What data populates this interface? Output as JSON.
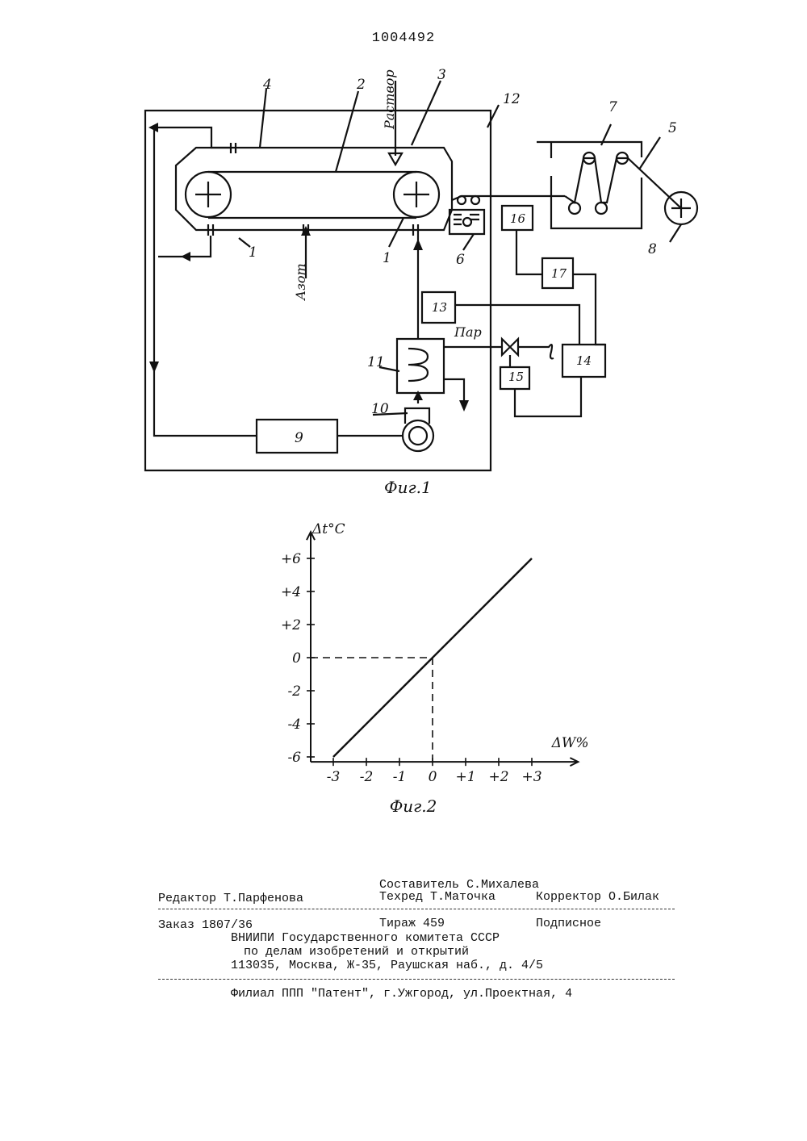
{
  "patent_number": "1004492",
  "figure1": {
    "caption": "Фиг.1",
    "labels": {
      "solution": "Раствор",
      "nitrogen": "Азот",
      "steam": "Пар",
      "n1a": "1",
      "n1b": "1",
      "n2": "2",
      "n3": "3",
      "n4": "4",
      "n5": "5",
      "n6": "6",
      "n7": "7",
      "n8": "8",
      "n9": "9",
      "n10": "10",
      "n11": "11",
      "n12": "12",
      "n13": "13",
      "n14": "14",
      "n15": "15",
      "n16": "16",
      "n17": "17"
    }
  },
  "chart_data": {
    "type": "line",
    "caption": "Фиг.2",
    "xlabel": "ΔW%",
    "ylabel": "Δt°C",
    "x_ticks": [
      "-3",
      "-2",
      "-1",
      "0",
      "+1",
      "+2",
      "+3"
    ],
    "y_ticks": [
      "+6",
      "+4",
      "+2",
      "0",
      "-2",
      "-4",
      "-6"
    ],
    "x_tick_values": [
      -3,
      -2,
      -1,
      0,
      1,
      2,
      3
    ],
    "y_tick_values": [
      6,
      4,
      2,
      0,
      -2,
      -4,
      -6
    ],
    "series": [
      {
        "x": [
          -3,
          3
        ],
        "y": [
          -6,
          6
        ]
      }
    ],
    "reference_point": {
      "x": 0,
      "y": 0
    }
  },
  "imprint": {
    "compiler": "Составитель С.Михалева",
    "editor": "Редактор Т.Парфенова",
    "techred": "Техред Т.Маточка",
    "corrector": "Корректор О.Билак",
    "order": "Заказ 1807/36",
    "circulation": "Тираж 459",
    "subscription": "Подписное",
    "org1": "ВНИИПИ Государственного комитета СССР",
    "org2": "по делам изобретений и открытий",
    "address": "113035, Москва, Ж-35, Раушская наб., д. 4/5",
    "branch": "Филиал ППП \"Патент\", г.Ужгород, ул.Проектная, 4"
  }
}
